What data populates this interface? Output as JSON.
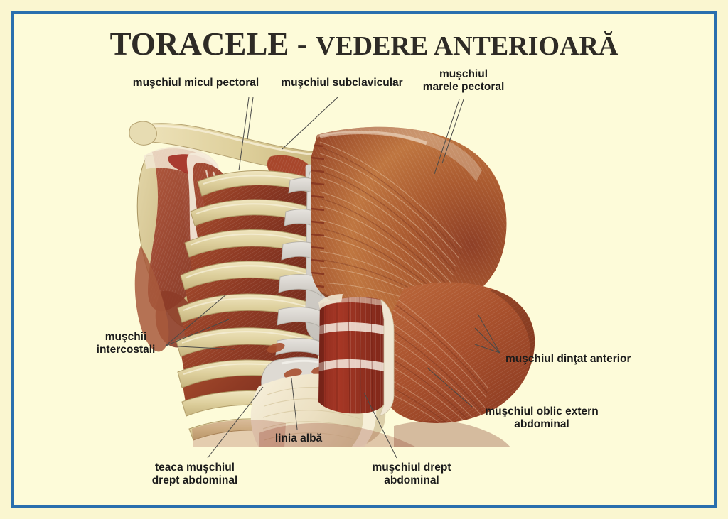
{
  "poster": {
    "title_main": "TORACELE",
    "title_sep": " - ",
    "title_rest": "VEDERE ANTERIOARĂ",
    "title_full": "TORACELE - VEDERE ANTERIOARĂ",
    "background_color": "#fdfbd9",
    "margin_color": "#faf6d0",
    "frame_color": "#2a6fae",
    "label_color": "#1b1b1b",
    "leader_color": "#4a4a48"
  },
  "labels": [
    {
      "id": "micul-pectoral",
      "text": "muşchiul micul pectoral"
    },
    {
      "id": "subclavicular",
      "text": "muşchiul subclavicular"
    },
    {
      "id": "marele-pectoral",
      "text": "muşchiul\nmarele pectoral"
    },
    {
      "id": "intercostali",
      "text": "muşchii\nintercostali"
    },
    {
      "id": "dintat-anterior",
      "text": "muşchiul dinţat anterior"
    },
    {
      "id": "oblic-extern",
      "text": "muşchiul oblic extern\nabdominal"
    },
    {
      "id": "linia-alba",
      "text": "linia albă"
    },
    {
      "id": "teaca-drept",
      "text": "teaca muşchiul\ndrept abdominal"
    },
    {
      "id": "drept-abdominal",
      "text": "muşchiul drept\nabdominal"
    }
  ],
  "illustration": {
    "name": "anterior-thorax-anatomy",
    "structures": [
      "clavicle",
      "acromion",
      "scapula",
      "ribs",
      "costal-cartilage",
      "sternum",
      "pectoralis-major",
      "pectoralis-minor",
      "subclavius",
      "intercostal-muscles",
      "serratus-anterior",
      "external-oblique",
      "rectus-abdominis",
      "rectus-sheath",
      "linea-alba"
    ],
    "palette": {
      "bone": "#ded0a0",
      "bone_light": "#ece2bc",
      "cartilage": "#d8d5d0",
      "muscle_dark": "#8b3a28",
      "muscle_mid": "#a8502f",
      "muscle_light": "#c5763f",
      "muscle_pink": "#c98f72",
      "tendon": "#f3ead7"
    }
  }
}
